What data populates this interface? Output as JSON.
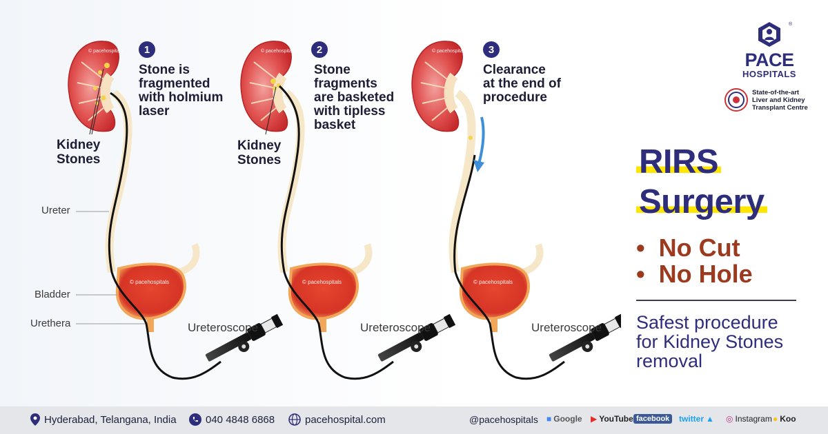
{
  "steps": [
    {
      "number": "1",
      "text": "Stone is\nfragmented\nwith holmium\nlaser"
    },
    {
      "number": "2",
      "text": "Stone\nfragments\nare basketed\nwith tipless\nbasket"
    },
    {
      "number": "3",
      "text": "Clearance\nat the end of\nprocedure"
    }
  ],
  "stone_labels": [
    "Kidney\nStones",
    "Kidney\nStones"
  ],
  "anatomy": {
    "ureter": "Ureter",
    "bladder": "Bladder",
    "urethra": "Urethera"
  },
  "scope_label": "Ureteroscope",
  "watermark": "© pacehospitals",
  "brand": {
    "name": "PACE",
    "sub": "HOSPITALS",
    "registered": "®",
    "badge_text": "State-of-the-art\nLiver and Kidney\nTransplant Centre"
  },
  "headline": {
    "line1": "RIRS",
    "line2": "Surgery"
  },
  "bullets": [
    "No Cut",
    "No Hole"
  ],
  "bullet_symbol": "•",
  "tagline": "Safest procedure\nfor Kidney Stones\nremoval",
  "footer": {
    "location": "Hyderabad, Telangana, India",
    "phone": "040 4848 6868",
    "website": "pacehospital.com",
    "handle": "@pacehospitals",
    "socials": [
      "Google",
      "YouTube",
      "facebook",
      "twitter",
      "Instagram",
      "Koo"
    ]
  },
  "colors": {
    "brand_navy": "#2e2d7c",
    "bullet_brown": "#9b3a1e",
    "highlight_yellow": "#ffe600",
    "kidney_red": "#d8393b",
    "arrow_blue": "#3f8fd8"
  }
}
